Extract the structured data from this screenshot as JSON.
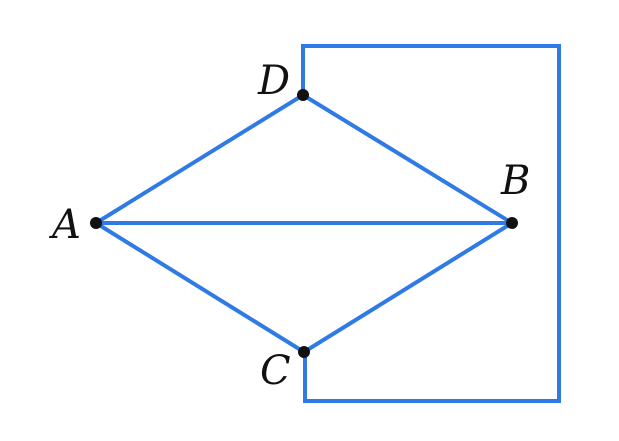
{
  "diagram": {
    "colors": {
      "edge": "#2f7ae5",
      "vertex": "#111111",
      "label": "#111111",
      "background": "#ffffff"
    },
    "vertices": [
      {
        "id": "A",
        "label": "A"
      },
      {
        "id": "B",
        "label": "B"
      },
      {
        "id": "C",
        "label": "C"
      },
      {
        "id": "D",
        "label": "D"
      }
    ],
    "edges": [
      {
        "id": "A-D",
        "from": "A",
        "to": "D"
      },
      {
        "id": "D-B",
        "from": "D",
        "to": "B"
      },
      {
        "id": "A-B",
        "from": "A",
        "to": "B"
      },
      {
        "id": "A-C",
        "from": "A",
        "to": "C"
      },
      {
        "id": "C-B",
        "from": "C",
        "to": "B"
      },
      {
        "id": "D-C-loop",
        "from": "D",
        "to": "C",
        "route": "around-right"
      }
    ]
  }
}
